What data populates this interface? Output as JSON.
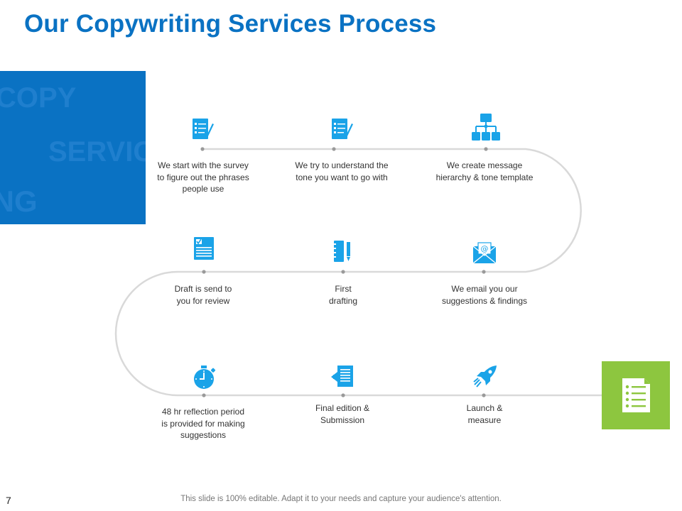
{
  "title": "Our Copywriting Services Process",
  "decor_words": [
    "COPY",
    "SERVIC",
    "ING"
  ],
  "colors": {
    "accent_blue": "#0a72c3",
    "icon_blue": "#1aa3e8",
    "green": "#8dc63f",
    "path": "#d9d9d9"
  },
  "steps": [
    {
      "icon": "survey-checklist-icon",
      "text": "We start with the survey\nto figure out the phrases\npeople use"
    },
    {
      "icon": "checklist-pen-icon",
      "text": "We try to understand the\ntone you want to go with"
    },
    {
      "icon": "hierarchy-chart-icon",
      "text": "We create message\nhierarchy & tone template"
    },
    {
      "icon": "email-envelope-icon",
      "text": "We email you our\nsuggestions & findings"
    },
    {
      "icon": "notebook-pencil-icon",
      "text": "First\ndrafting"
    },
    {
      "icon": "document-check-icon",
      "text": "Draft is send to\nyou for review"
    },
    {
      "icon": "stopwatch-icon",
      "text": "48 hr reflection period\nis provided  for making\nsuggestions"
    },
    {
      "icon": "submit-document-icon",
      "text": "Final edition &\nSubmission"
    },
    {
      "icon": "rocket-icon",
      "text": "Launch &\nmeasure"
    }
  ],
  "end_icon": "document-list-icon",
  "footer": "This slide is 100% editable. Adapt it to your needs and capture your audience's attention.",
  "page_number": "7"
}
